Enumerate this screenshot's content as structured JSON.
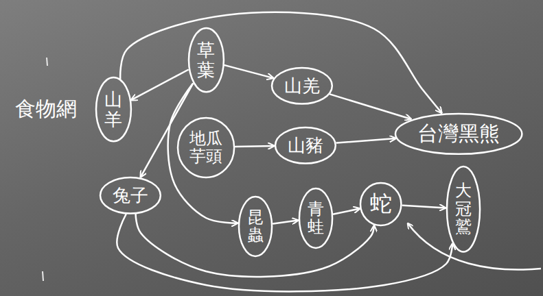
{
  "diagram": {
    "nodes": [
      {
        "text": [
          "草葉"
        ]
      },
      {
        "text": [
          "山羊"
        ]
      },
      {
        "text": [
          "山羌"
        ]
      },
      {
        "text": [
          "台灣黑熊"
        ]
      },
      {
        "text": [
          "地瓜芋頭"
        ]
      },
      {
        "text": [
          "山豬"
        ]
      },
      {
        "text": [
          "兔子"
        ]
      },
      {
        "text": [
          "昆蟲"
        ]
      },
      {
        "text": [
          "青蛙"
        ]
      },
      {
        "text": [
          "蛇"
        ]
      },
      {
        "text": [
          "大冠鷲"
        ]
      }
    ],
    "edges": [
      {
        "from": 0,
        "to": 1,
        "arrow": "to"
      },
      {
        "from": 0,
        "to": 2,
        "arrow": "to"
      },
      {
        "from": 0,
        "to": 6,
        "arrow": "to"
      },
      {
        "from": 0,
        "to": 7,
        "arrow": "to"
      },
      {
        "from": 1,
        "to": 3,
        "arrow": "to"
      },
      {
        "from": 2,
        "to": 3,
        "arrow": "to"
      },
      {
        "from": 4,
        "to": 5,
        "arrow": "to"
      },
      {
        "from": 5,
        "to": 3,
        "arrow": "to"
      },
      {
        "from": 7,
        "to": 8,
        "arrow": "to"
      },
      {
        "from": 8,
        "to": 9,
        "arrow": "to"
      },
      {
        "from": 9,
        "to": 10,
        "arrow": "to"
      },
      {
        "from": 6,
        "to": 9,
        "arrow": "to"
      },
      {
        "from": 6,
        "to": 10,
        "arrow": "to"
      }
    ],
    "labels": [
      "食物網"
    ]
  }
}
